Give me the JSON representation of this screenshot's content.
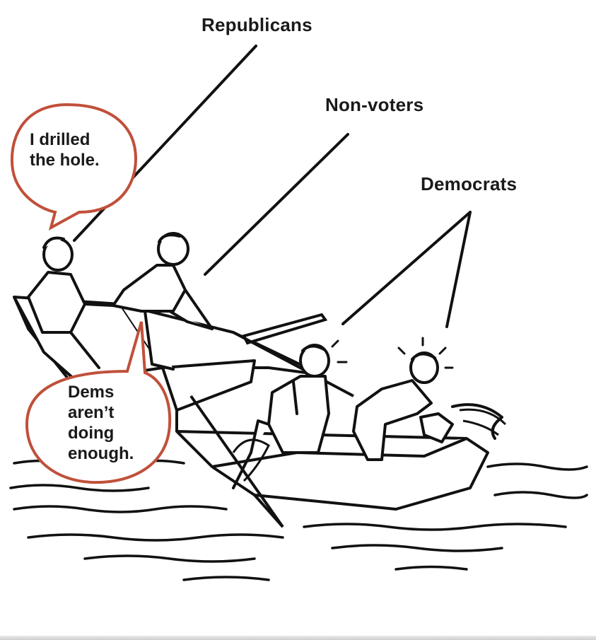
{
  "labels": {
    "republicans": "Republicans",
    "non_voters": "Non-voters",
    "democrats": "Democrats"
  },
  "speech_bubbles": {
    "top": {
      "lines": [
        "I drilled",
        "the hole."
      ]
    },
    "bottom": {
      "lines": [
        "Dems",
        "aren’t",
        "doing",
        "enough."
      ]
    }
  },
  "colors": {
    "bubble_outline": "#c0503a",
    "ink": "#111111",
    "background": "#ffffff"
  }
}
